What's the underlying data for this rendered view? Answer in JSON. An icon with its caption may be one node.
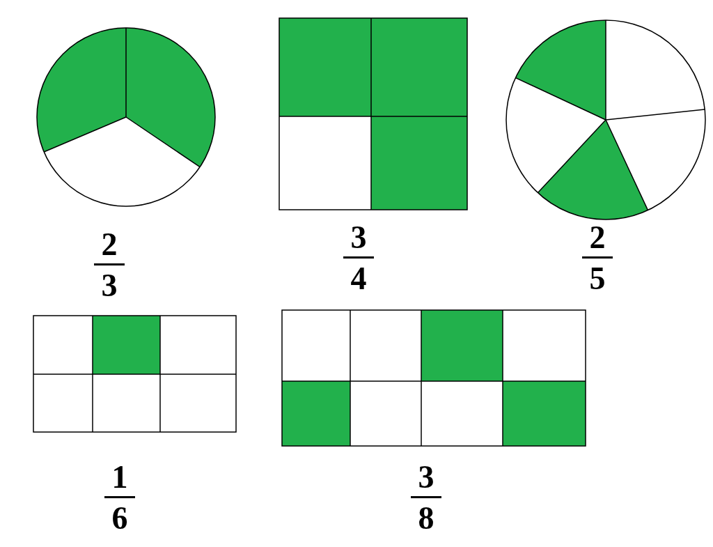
{
  "diagram": {
    "nodes": [
      {
        "text": [],
        "shape": "circle",
        "beside": [
          "2",
          "3"
        ]
      },
      {
        "text": [],
        "shape": "box",
        "beside": [
          "3",
          "4"
        ]
      },
      {
        "text": [],
        "shape": "circle",
        "beside": [
          "2",
          "5"
        ]
      },
      {
        "text": [],
        "shape": "box",
        "beside": [
          "1",
          "6"
        ]
      },
      {
        "text": [],
        "shape": "box",
        "beside": [
          "3",
          "8"
        ]
      }
    ]
  }
}
